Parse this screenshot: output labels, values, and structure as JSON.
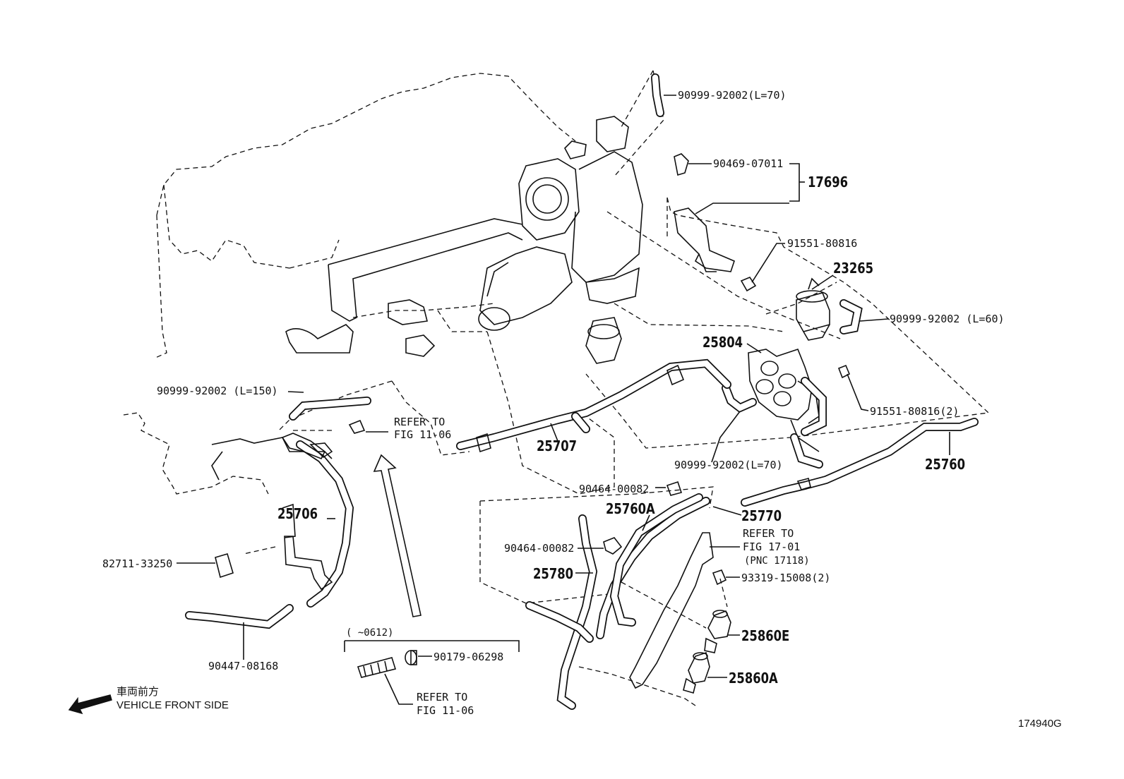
{
  "diagram": {
    "labels": {
      "hose_70_top": "90999-92002(L=70)",
      "clip_90469": "90469-07011",
      "part_17696": "17696",
      "bolt_91551_a": "91551-80816",
      "part_23265": "23265",
      "hose_60": "90999-92002 (L=60)",
      "part_25804": "25804",
      "bolt_91551_b": "91551-80816(2)",
      "hose_150": "90999-92002 (L=150)",
      "refer_fig_1106_a_l1": "REFER TO",
      "refer_fig_1106_a_l2": "FIG 11-06",
      "part_25707": "25707",
      "hose_70_mid": "90999-92002(L=70)",
      "part_25760": "25760",
      "clamp_90464_a": "90464-00082",
      "part_25760a": "25760A",
      "part_25770": "25770",
      "part_25706": "25706",
      "refer_fig_1701_l1": "REFER TO",
      "refer_fig_1701_l2": "FIG 17-01",
      "refer_fig_1701_l3": "(PNC 17118)",
      "clamp_90464_b": "90464-00082",
      "part_25780": "25780",
      "bolt_93319": "93319-15008(2)",
      "bracket_82711": "82711-33250",
      "part_25860e": "25860E",
      "date_range": "(    ~0612)",
      "bushing_90179": "90179-06298",
      "part_25860a": "25860A",
      "hose_90447": "90447-08168",
      "refer_fig_1106_b_l1": "REFER TO",
      "refer_fig_1106_b_l2": "FIG 11-06",
      "front_jp": "車両前方",
      "front_en": "VEHICLE FRONT SIDE",
      "figure_id": "174940G"
    }
  }
}
